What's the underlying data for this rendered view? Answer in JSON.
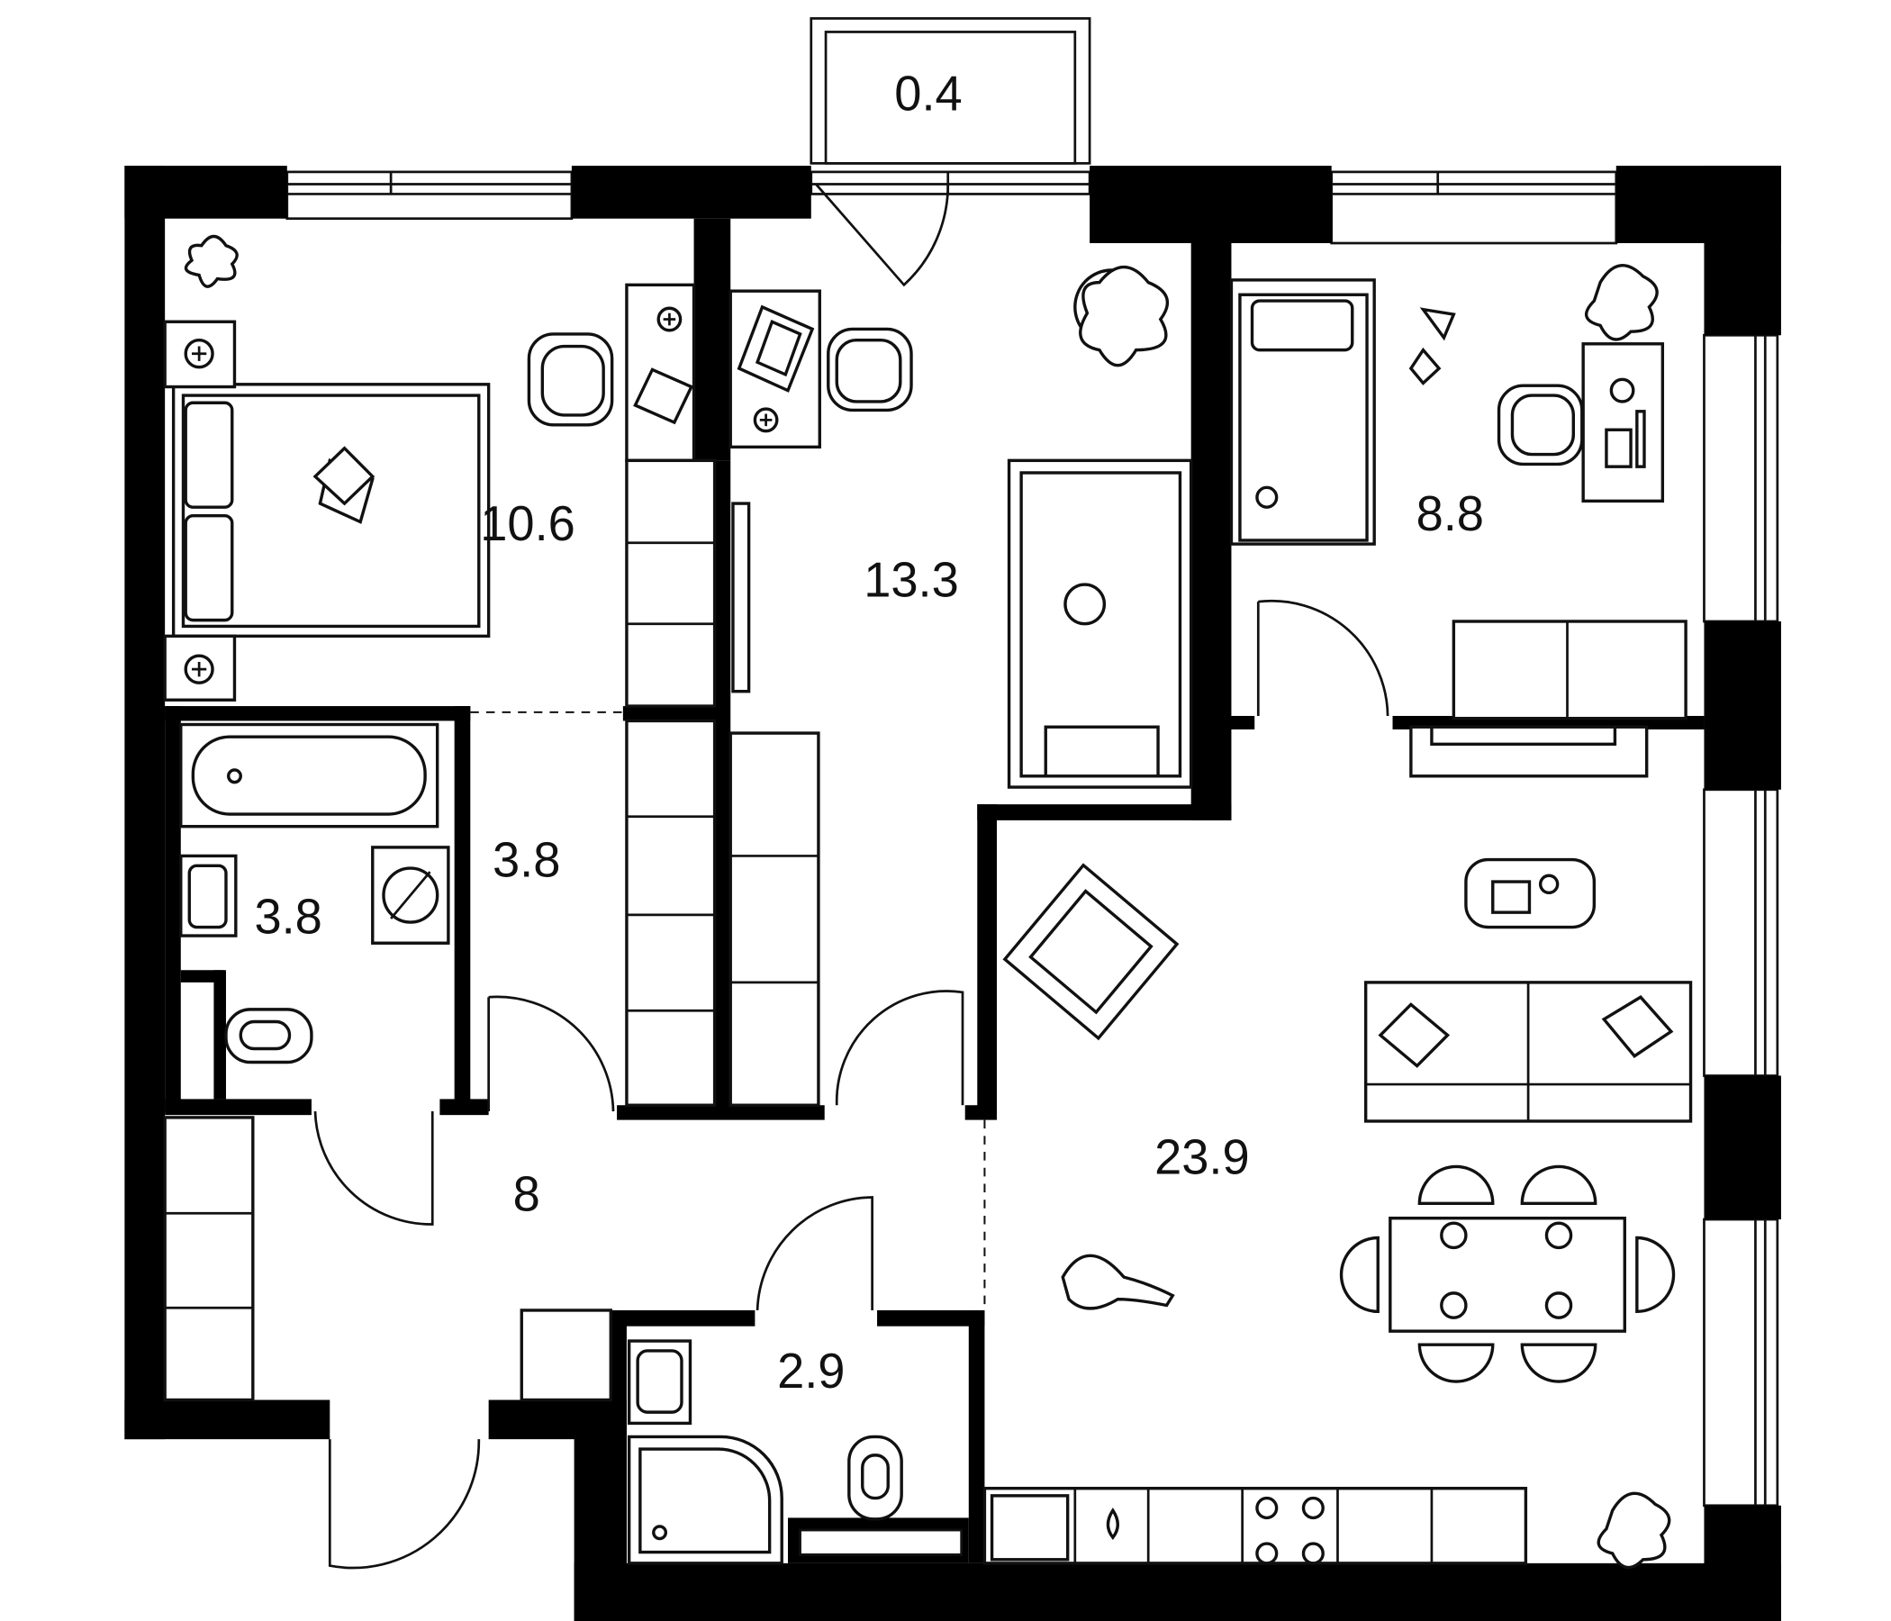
{
  "rooms": [
    {
      "id": "balcony",
      "area": "0.4"
    },
    {
      "id": "bedroom-master",
      "area": "10.6"
    },
    {
      "id": "bedroom-middle",
      "area": "13.3"
    },
    {
      "id": "kids-room",
      "area": "8.8"
    },
    {
      "id": "wardrobe-corridor",
      "area": "3.8"
    },
    {
      "id": "bathroom",
      "area": "3.8"
    },
    {
      "id": "hallway",
      "area": "8"
    },
    {
      "id": "toilet",
      "area": "2.9"
    },
    {
      "id": "living-kitchen",
      "area": "23.9"
    }
  ]
}
